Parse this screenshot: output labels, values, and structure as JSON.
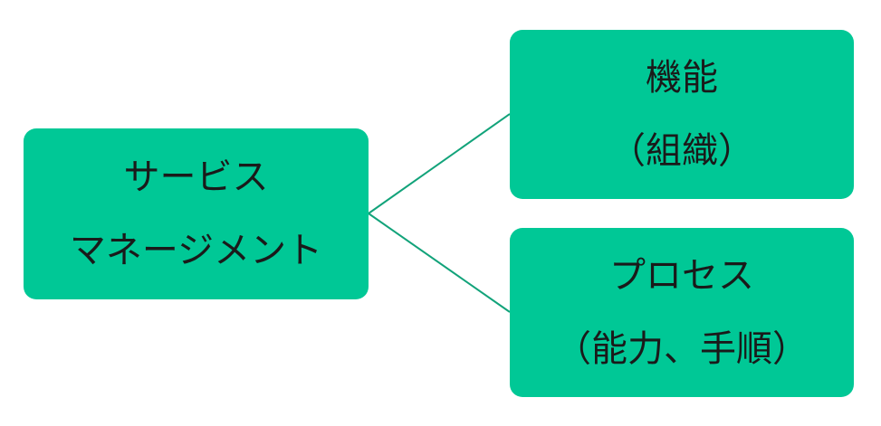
{
  "colors": {
    "box_fill": "#00c896",
    "connector": "#12a37a",
    "text": "#1a1a1a"
  },
  "boxes": {
    "main": {
      "line1": "サービス",
      "line2": "マネージメント"
    },
    "function": {
      "line1": "機能",
      "line2": "（組織）"
    },
    "process": {
      "line1": "プロセス",
      "line2": "（能力、手順）"
    }
  }
}
